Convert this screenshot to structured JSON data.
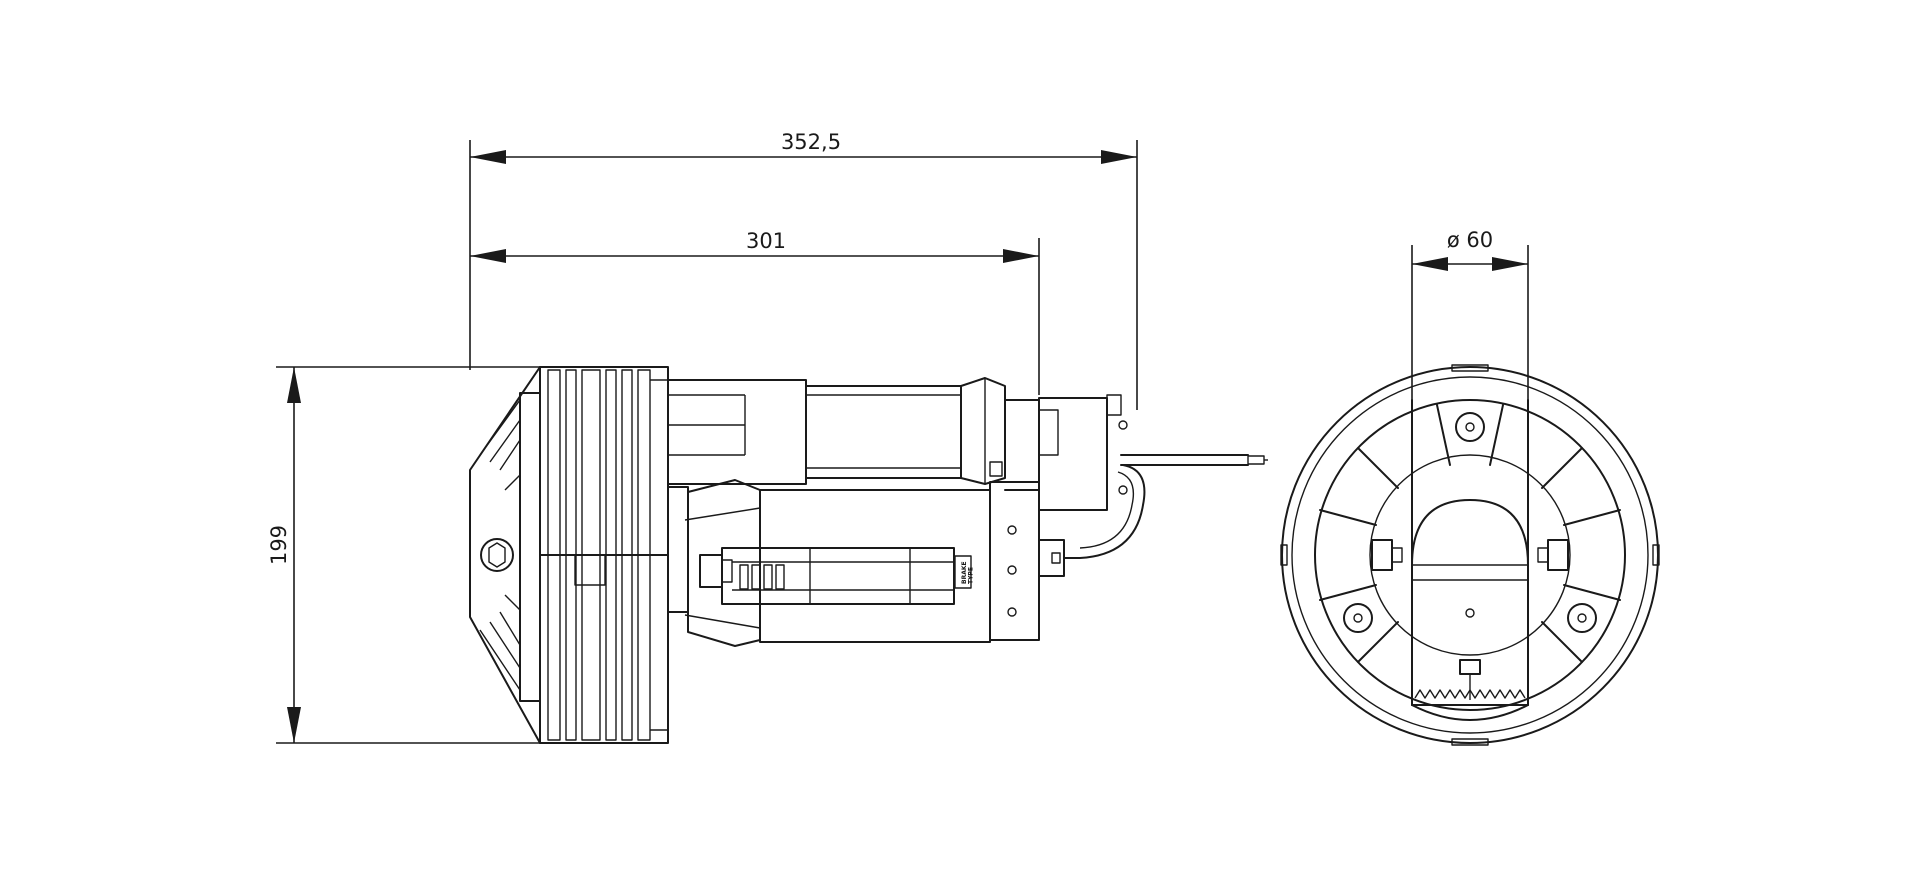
{
  "dimensions": {
    "overall_length": "352,5",
    "body_length": "301",
    "height": "199",
    "diameter": "ø 60"
  },
  "label_plate": "BRAKE\nTYPE"
}
